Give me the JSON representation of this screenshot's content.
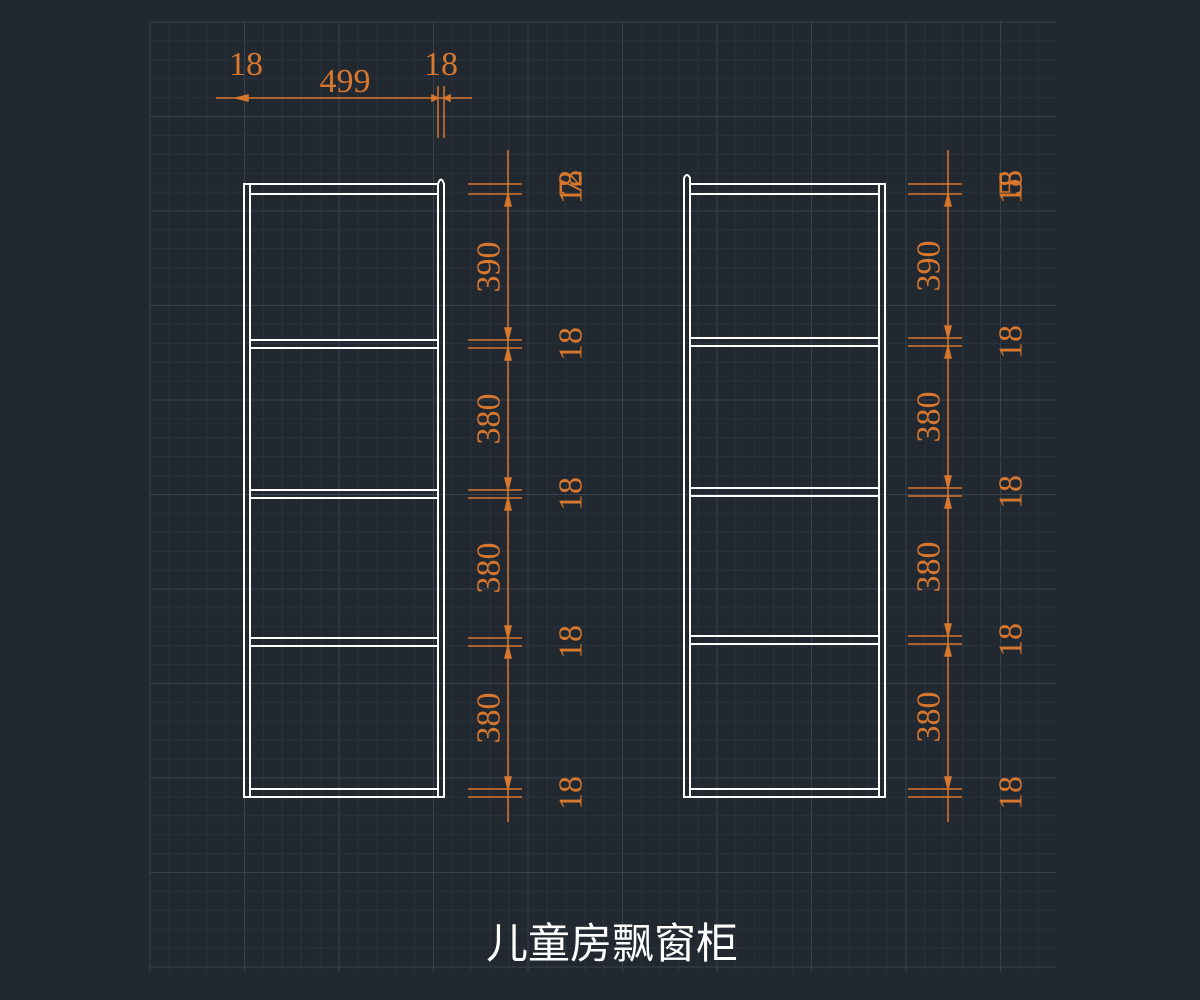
{
  "colors": {
    "background": "#212830",
    "grid_major": "#3a4250",
    "grid_minor": "#2b323c",
    "board": "#ffffff",
    "dimension": "#d8772e",
    "title": "#ffffff"
  },
  "drawing_title": "儿童房飘窗柜",
  "top_dimensions": {
    "left_side": "18",
    "inner_width": "499",
    "right_side": "18"
  },
  "cabinet_left": {
    "opening_dims": [
      "390",
      "380",
      "380",
      "380"
    ],
    "shelf_dims": [
      "18",
      "18",
      "18",
      "18"
    ],
    "top_stacked": [
      "18",
      "12",
      "7"
    ]
  },
  "cabinet_right": {
    "opening_dims": [
      "390",
      "380",
      "380",
      "380"
    ],
    "shelf_dims": [
      "18",
      "18",
      "18",
      "18"
    ],
    "top_stacked": [
      "18",
      "15",
      "5"
    ]
  }
}
